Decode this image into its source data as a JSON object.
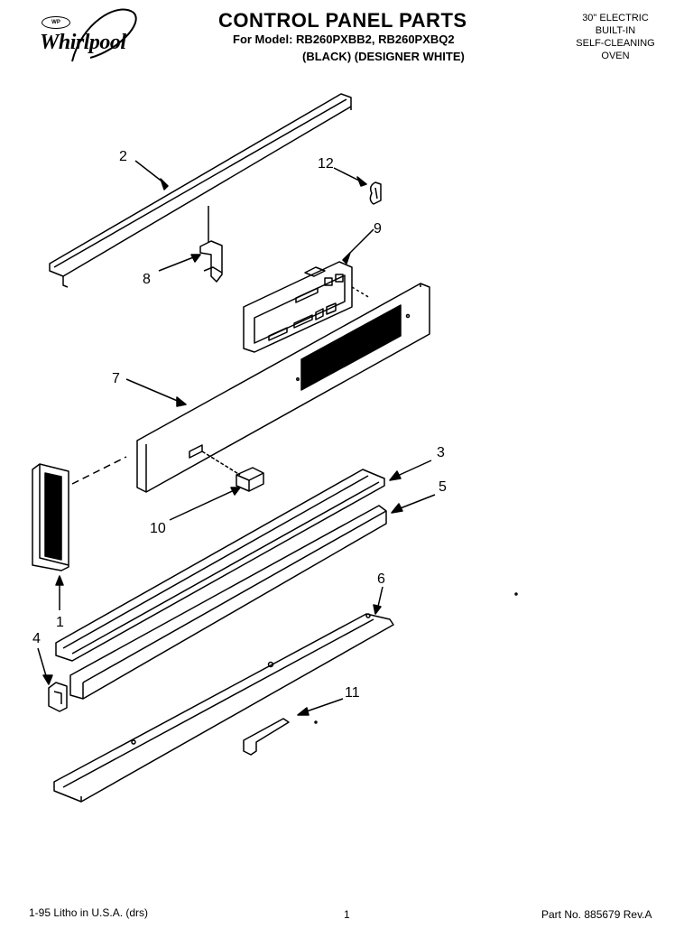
{
  "brand": {
    "badge": "WP",
    "name": "Whirlpool"
  },
  "header": {
    "title": "CONTROL PANEL PARTS",
    "model_line": "For Model: RB260PXBB2, RB260PXBQ2",
    "variant_line": "(BLACK)  (DESIGNER WHITE)"
  },
  "oven_info": [
    "30\" ELECTRIC",
    "BUILT-IN",
    "SELF-CLEANING",
    "OVEN"
  ],
  "callouts": [
    "1",
    "2",
    "3",
    "4",
    "5",
    "6",
    "7",
    "8",
    "9",
    "10",
    "11",
    "12"
  ],
  "footer": {
    "litho": "1-95 Litho in U.S.A. (drs)",
    "page": "1",
    "part_no": "Part No. 885679 Rev.A"
  }
}
